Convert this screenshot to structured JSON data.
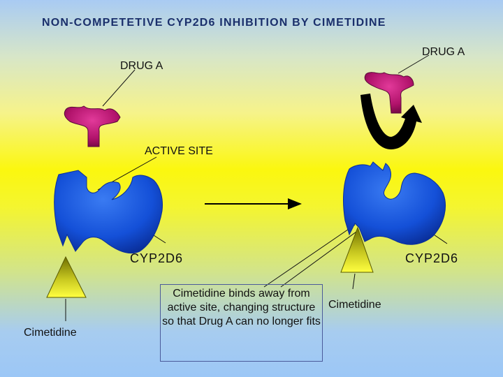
{
  "slide": {
    "title": "NON-COMPETETIVE CYP2D6 INHIBITION BY CIMETIDINE",
    "labels": {
      "drug_a_left": "DRUG A",
      "drug_a_right": "DRUG A",
      "active_site": "ACTIVE SITE",
      "cyp2d6_left": "CYP2D6",
      "cyp2d6_right": "CYP2D6",
      "cimetidine_left": "Cimetidine",
      "cimetidine_right": "Cimetidine"
    },
    "callout": "Cimetidine binds away from active site, changing structure so that Drug A can no longer fits"
  },
  "colors": {
    "drug": "#b0126a",
    "enzyme": "#1450d8",
    "inhibitor_top": "#7a7a00",
    "inhibitor_bottom": "#ffff40",
    "accent": "#1a2f6b"
  },
  "icons": [
    "drug-a-shape",
    "cyp2d6-enzyme-shape",
    "cimetidine-triangle",
    "reaction-arrow",
    "rejection-arrow-icon"
  ]
}
